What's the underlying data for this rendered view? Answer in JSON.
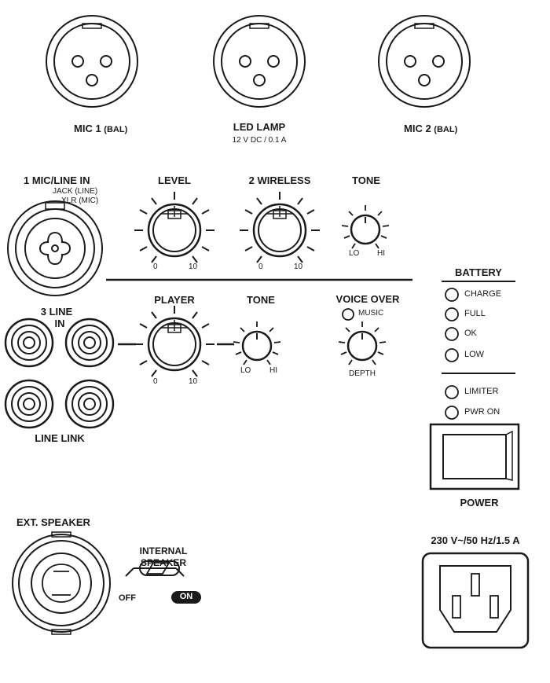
{
  "inputs": {
    "mic1": {
      "label": "MIC 1",
      "sub": "(BAL)"
    },
    "led_lamp": {
      "label": "LED LAMP",
      "spec": "12 V DC / 0.1 A"
    },
    "mic2": {
      "label": "MIC 2",
      "sub": "(BAL)"
    },
    "mic_line_in": {
      "label": "1 MIC/LINE IN",
      "line1": "JACK (LINE)",
      "line2": "XLR (MIC)"
    },
    "line_in": {
      "label1": "3 LINE",
      "label2": "IN"
    },
    "line_link": {
      "label": "LINE LINK"
    },
    "ext_speaker": {
      "label": "EXT. SPEAKER"
    }
  },
  "controls": {
    "level": {
      "label": "LEVEL",
      "min": "0",
      "max": "10"
    },
    "wireless": {
      "label": "2 WIRELESS",
      "min": "0",
      "max": "10"
    },
    "tone1": {
      "label": "TONE",
      "lo": "LO",
      "hi": "HI"
    },
    "player": {
      "label": "PLAYER",
      "min": "0",
      "max": "10"
    },
    "tone2": {
      "label": "TONE",
      "lo": "LO",
      "hi": "HI"
    },
    "voice_over": {
      "label": "VOICE OVER",
      "music": "MUSIC",
      "depth": "DEPTH"
    }
  },
  "battery": {
    "title": "BATTERY",
    "leds": [
      "CHARGE",
      "FULL",
      "OK",
      "LOW"
    ]
  },
  "status_leds": [
    "LIMITER",
    "PWR ON"
  ],
  "power": {
    "label": "POWER"
  },
  "mains": {
    "label": "230 V~/50 Hz/1.5 A"
  },
  "internal_speaker": {
    "label1": "INTERNAL",
    "label2": "SPEAKER",
    "off": "OFF",
    "on": "ON"
  }
}
